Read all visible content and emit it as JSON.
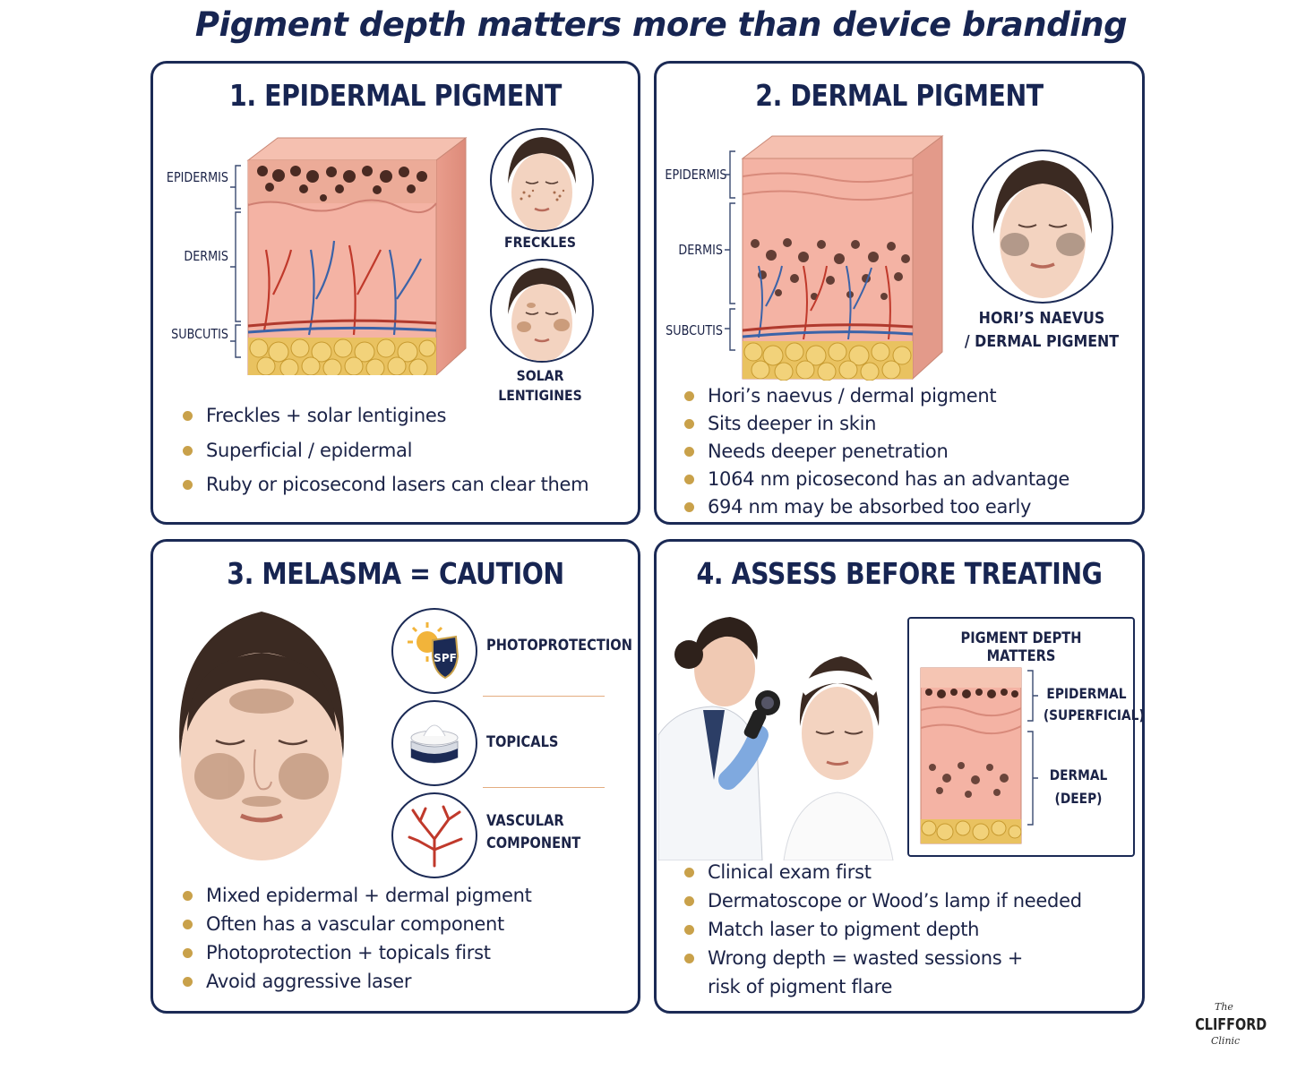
{
  "title": "Pigment depth matters more than device branding",
  "panel1": {
    "title": "1. EPIDERMAL PIGMENT",
    "layers": [
      "EPIDERMIS",
      "DERMIS",
      "SUBCUTIS"
    ],
    "face_captions": [
      "FRECKLES",
      "SOLAR LENTIGINES"
    ],
    "bullets": [
      "Freckles + solar lentigines",
      "Superficial / epidermal",
      "Ruby or picosecond lasers can clear them"
    ]
  },
  "panel2": {
    "title": "2. DERMAL PIGMENT",
    "layers": [
      "EPIDERMIS",
      "DERMIS",
      "SUBCUTIS"
    ],
    "face_caption_lines": [
      "HORI’S NAEVUS",
      "/ DERMAL PIGMENT"
    ],
    "bullets": [
      "Hori’s naevus / dermal pigment",
      "Sits deeper in skin",
      "Needs deeper penetration",
      "1064 nm picosecond has an advantage",
      "694 nm may be absorbed too early"
    ]
  },
  "panel3": {
    "title": "3. MELASMA = CAUTION",
    "items": [
      "PHOTOPROTECTION",
      "TOPICALS"
    ],
    "item3_lines": [
      "VASCULAR",
      "COMPONENT"
    ],
    "spf_label": "SPF",
    "bullets": [
      "Mixed epidermal + dermal pigment",
      "Often has a vascular component",
      "Photoprotection + topicals first",
      "Avoid aggressive laser"
    ]
  },
  "panel4": {
    "title": "4. ASSESS BEFORE TREATING",
    "inset_title": "PIGMENT DEPTH MATTERS",
    "inset_labels": [
      [
        "EPIDERMAL",
        "(SUPERFICIAL)"
      ],
      [
        "DERMAL",
        "(DEEP)"
      ]
    ],
    "bullets": [
      "Clinical exam first",
      "Dermatoscope or Wood’s lamp if needed",
      "Match laser to pigment depth",
      "Wrong depth = wasted sessions +"
    ],
    "bullet_continuation": "risk of pigment flare"
  },
  "watermark": {
    "top": "The",
    "main": "CLIFFORD",
    "bottom": "Clinic"
  },
  "colors": {
    "navy": "#172552",
    "gold": "#c9a14a",
    "skin": "#f2b7a8",
    "fat": "#e8c15c"
  }
}
